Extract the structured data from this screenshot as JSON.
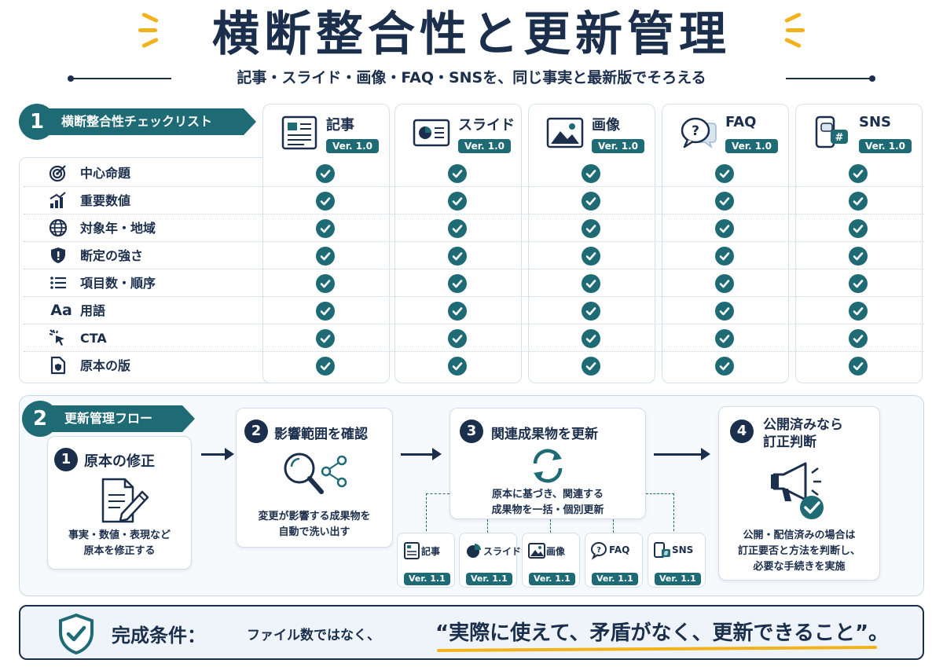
{
  "header": {
    "title": "横断整合性と更新管理",
    "subtitle": "記事・スライド・画像・FAQ・SNSを、同じ事実と最新版でそろえる"
  },
  "section1": {
    "number": "1",
    "title": "横断整合性チェックリスト",
    "columns": [
      {
        "name": "記事",
        "version": "Ver. 1.0",
        "icon": "document-icon"
      },
      {
        "name": "スライド",
        "version": "Ver. 1.0",
        "icon": "slide-chart-icon"
      },
      {
        "name": "画像",
        "version": "Ver. 1.0",
        "icon": "image-icon"
      },
      {
        "name": "FAQ",
        "version": "Ver. 1.0",
        "icon": "question-bubble-icon"
      },
      {
        "name": "SNS",
        "version": "Ver. 1.0",
        "icon": "sns-chat-icon"
      }
    ],
    "rows": [
      {
        "label": "中心命題",
        "icon": "target-icon"
      },
      {
        "label": "重要数値",
        "icon": "bar-chart-icon"
      },
      {
        "label": "対象年・地域",
        "icon": "globe-icon"
      },
      {
        "label": "断定の強さ",
        "icon": "shield-icon"
      },
      {
        "label": "項目数・順序",
        "icon": "list-icon"
      },
      {
        "label": "用語",
        "icon": "text-aa-icon"
      },
      {
        "label": "CTA",
        "icon": "cursor-click-icon"
      },
      {
        "label": "原本の版",
        "icon": "file-shield-icon"
      }
    ]
  },
  "section2": {
    "number": "2",
    "title": "更新管理フロー",
    "steps": [
      {
        "num": "1",
        "title": "原本の修正",
        "text1": "事実・数値・表現など",
        "text2": "原本を修正する",
        "icon": "edit-document-icon"
      },
      {
        "num": "2",
        "title": "影響範囲を確認",
        "text1": "変更が影響する成果物を",
        "text2": "自動で洗い出す",
        "icon": "search-network-icon"
      },
      {
        "num": "3",
        "title": "関連成果物を更新",
        "text1": "原本に基づき、関連する",
        "text2": "成果物を一括・個別更新",
        "icon": "refresh-icon"
      },
      {
        "num": "4",
        "title1": "公開済みなら",
        "title2": "訂正判断",
        "text1": "公開・配信済みの場合は",
        "text2": "訂正要否と方法を判断し、",
        "text3": "必要な手続きを実施",
        "icon": "megaphone-check-icon"
      }
    ],
    "outputs": [
      {
        "name": "記事",
        "version": "Ver. 1.1"
      },
      {
        "name": "スライド",
        "version": "Ver. 1.1"
      },
      {
        "name": "画像",
        "version": "Ver. 1.1"
      },
      {
        "name": "FAQ",
        "version": "Ver. 1.1"
      },
      {
        "name": "SNS",
        "version": "Ver. 1.1"
      }
    ]
  },
  "footer": {
    "label": "完成条件：",
    "middle": "ファイル数ではなく、",
    "quote": "“実際に使えて、矛盾がなく、更新できること”。"
  },
  "colors": {
    "navy": "#1b2e4b",
    "teal": "#1e6b75",
    "accent_yellow": "#f2b21c"
  }
}
